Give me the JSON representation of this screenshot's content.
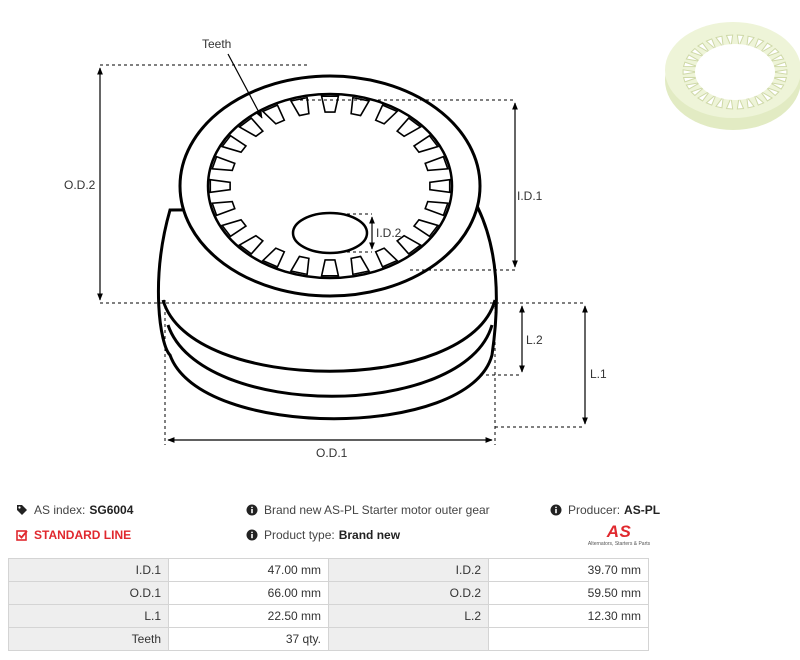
{
  "drawing": {
    "labels": {
      "teeth": "Teeth",
      "od2": "O.D.2",
      "id1": "I.D.1",
      "id2": "I.D.2",
      "l2": "L.2",
      "l1": "L.1",
      "od1": "O.D.1"
    }
  },
  "info": {
    "as_index_label": "AS index:",
    "as_index_value": "SG6004",
    "description": "Brand new AS-PL Starter motor outer gear",
    "producer_label": "Producer:",
    "producer_value": "AS-PL",
    "standard_line": "STANDARD LINE",
    "product_type_label": "Product type:",
    "product_type_value": "Brand new"
  },
  "brand": {
    "logo_text": "AS",
    "tagline": "Alternators, Starters & Parts"
  },
  "specs": [
    [
      "I.D.1",
      "47.00 mm",
      "I.D.2",
      "39.70 mm"
    ],
    [
      "O.D.1",
      "66.00 mm",
      "O.D.2",
      "59.50 mm"
    ],
    [
      "L.1",
      "22.50 mm",
      "L.2",
      "12.30 mm"
    ],
    [
      "Teeth",
      "37 qty.",
      "",
      ""
    ]
  ],
  "colors": {
    "accent_red": "#e0282e",
    "photo_gear": "#e7efc9"
  },
  "icons": {
    "as_index": "tag-icon",
    "description": "info-circle-icon",
    "producer": "info-circle-icon",
    "standard_line": "checkbox-icon",
    "product_type": "info-circle-icon"
  }
}
